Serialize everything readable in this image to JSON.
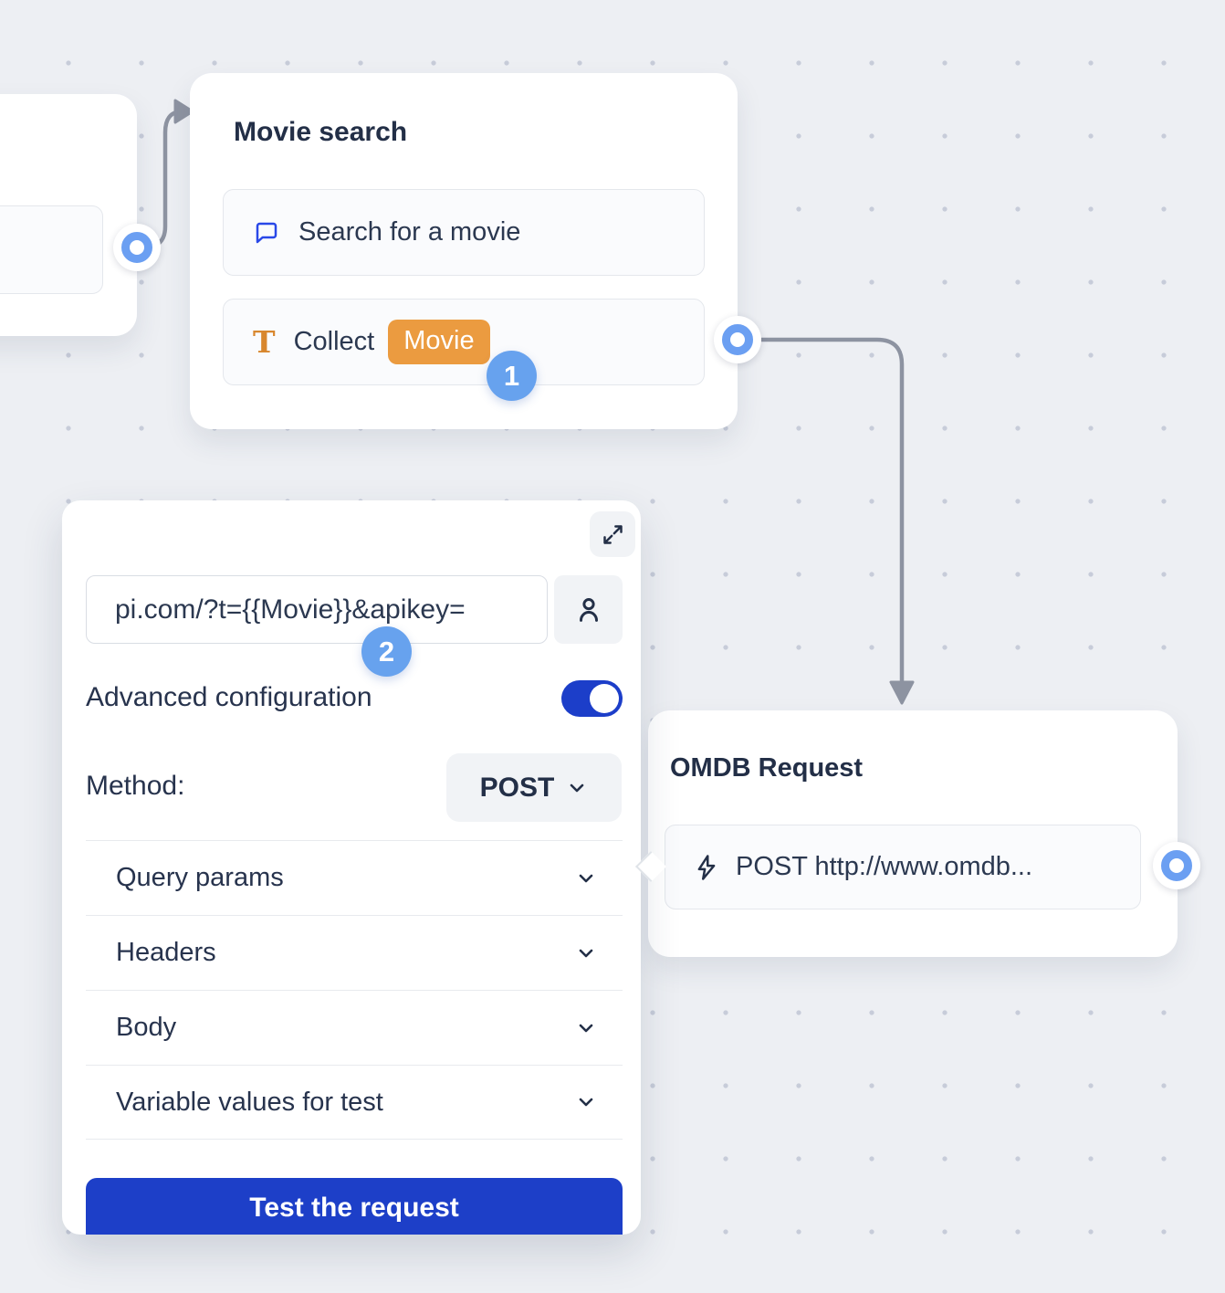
{
  "movie_search_node": {
    "title": "Movie search",
    "message_step": {
      "label": "Search for a movie"
    },
    "collect_step": {
      "icon_glyph": "T",
      "label": "Collect",
      "variable": "Movie"
    }
  },
  "omdb_node": {
    "title": "OMDB Request",
    "request_step": {
      "label": "POST http://www.omdb..."
    }
  },
  "config_panel": {
    "url_value": "pi.com/?t={{Movie}}&apikey=",
    "advanced_label": "Advanced configuration",
    "advanced_enabled": true,
    "method_label": "Method:",
    "method_value": "POST",
    "sections": [
      {
        "label": "Query params"
      },
      {
        "label": "Headers"
      },
      {
        "label": "Body"
      },
      {
        "label": "Variable values for test"
      }
    ],
    "test_button": "Test the request"
  },
  "badges": {
    "step1": "1",
    "step2": "2"
  },
  "colors": {
    "background": "#edeff3",
    "dot_grid": "#c7ccd9",
    "accent_blue": "#1c3ec9",
    "badge_blue": "#67a2ee",
    "port_blue": "#6b9ff2",
    "tag_orange": "#eb9b40",
    "icon_blue": "#2948e8",
    "icon_orange": "#d8872e",
    "text_dark": "#27334d",
    "connector_gray": "#8d93a1"
  }
}
